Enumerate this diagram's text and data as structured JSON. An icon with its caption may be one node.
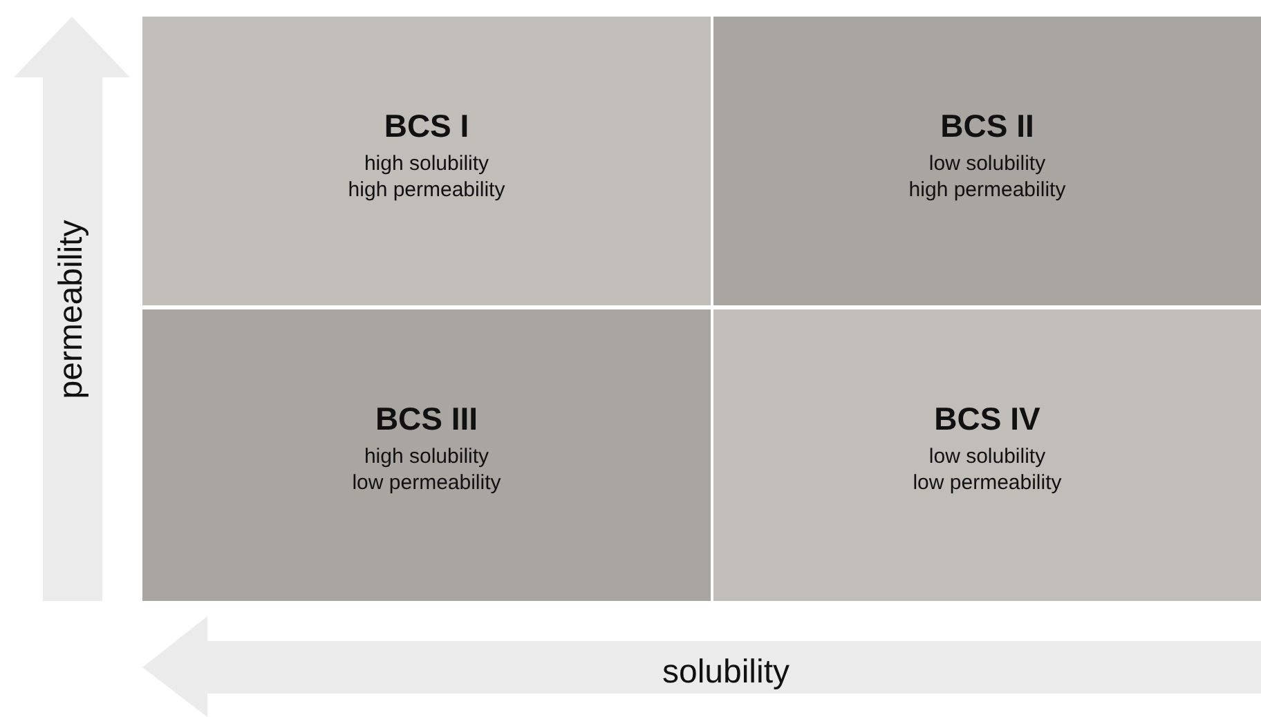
{
  "diagram": {
    "nodes": [
      {
        "text": [
          "BCS I",
          "high solubility",
          "high permeability"
        ]
      },
      {
        "text": [
          "BCS II",
          "low solubility",
          "high permeability"
        ]
      },
      {
        "text": [
          "BCS III",
          "high solubility",
          "low permeability"
        ]
      },
      {
        "text": [
          "BCS IV",
          "low solubility",
          "low permeability"
        ]
      }
    ],
    "edges": [],
    "labels": [
      "permeability",
      "solubility"
    ]
  }
}
